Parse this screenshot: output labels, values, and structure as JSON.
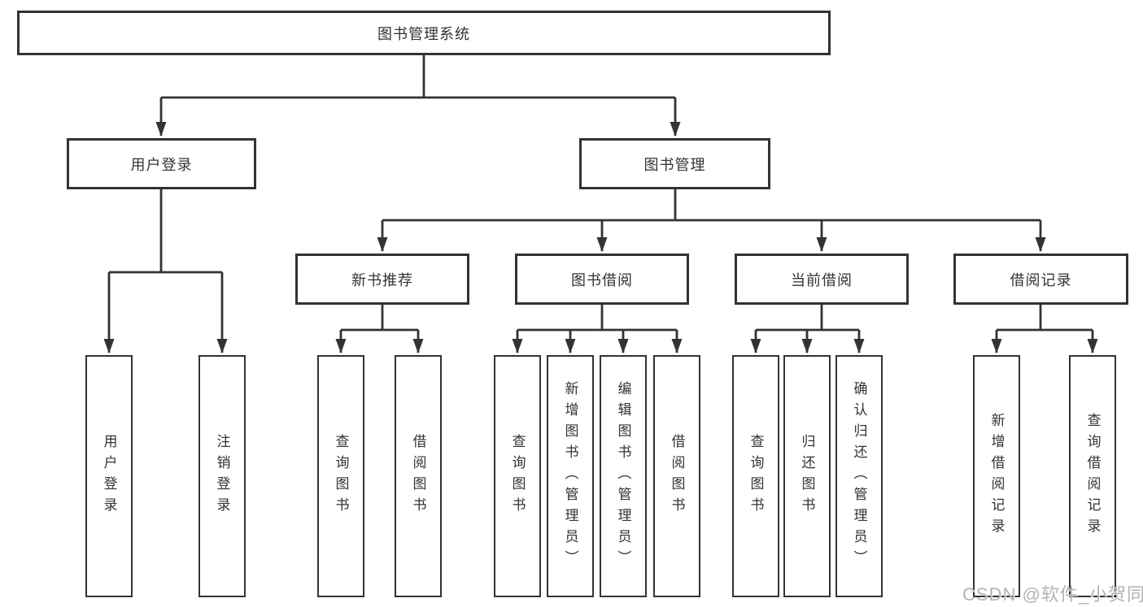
{
  "diagram": {
    "title": "图书管理系统",
    "root": "图书管理系统",
    "level2": [
      "用户登录",
      "图书管理"
    ],
    "level3": [
      "新书推荐",
      "图书借阅",
      "当前借阅",
      "借阅记录"
    ],
    "leaves": {
      "user_login": [
        "用户登录",
        "注销登录"
      ],
      "new_book": [
        "查询图书",
        "借阅图书"
      ],
      "book_borrow": [
        "查询图书",
        "新增图书（管理员）",
        "编辑图书（管理员）",
        "借阅图书"
      ],
      "current_borrow": [
        "查询图书",
        "归还图书",
        "确认归还（管理员）"
      ],
      "records": [
        "新增借阅记录",
        "查询借阅记录"
      ]
    }
  },
  "watermark": "CSDN @软件_小贺同学",
  "colors": {
    "line": "#333333",
    "text": "#333333",
    "box_fill": "#ffffff",
    "watermark": "#b3b3b3"
  }
}
